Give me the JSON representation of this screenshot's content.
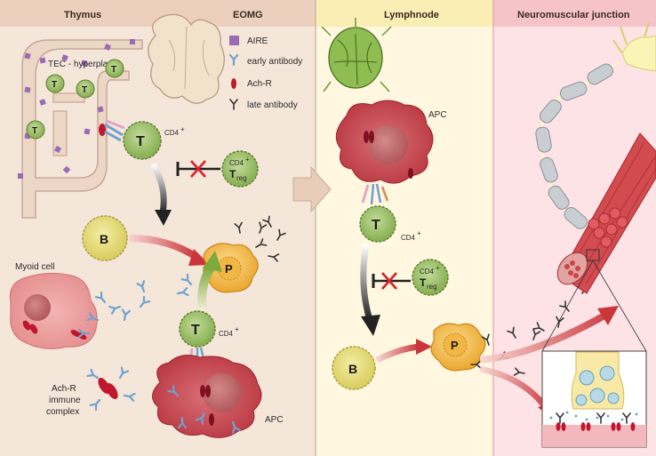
{
  "panels": {
    "thymus": "Thymus",
    "eomg": "EOMG",
    "lymphnode": "Lymphnode",
    "nmj": "Neuromuscular junction"
  },
  "legend": {
    "aire": "AIRE",
    "early_antibody": "early antibody",
    "achr": "Ach-R",
    "late_antibody": "late antibody"
  },
  "labels": {
    "tec": "TEC - hyperplastic",
    "myoid": "Myoid cell",
    "immune_complex_1": "Ach-R",
    "immune_complex_2": "immune",
    "immune_complex_3": "complex",
    "apc": "APC",
    "cd4": "CD4",
    "cd4_sup": "+",
    "treg_cd": "CD4",
    "treg_t": "T",
    "treg_sub": "reg"
  },
  "cells": {
    "t": "T",
    "b": "B",
    "p": "P"
  },
  "colors": {
    "thymus_bg": "#f5e6da",
    "thymus_hdr": "#ecd0bd",
    "lymph_bg": "#fff7df",
    "lymph_hdr": "#fbeeb4",
    "nmj_bg": "#fde3e6",
    "nmj_hdr": "#f6c4c8",
    "t_cell": "#9bc46a",
    "b_cell": "#e9e08a",
    "p_cell": "#f4c04c",
    "apc": "#c9454e",
    "achr": "#c0172e",
    "aire": "#9b6bb5",
    "early_ab": "#6fa2cf",
    "late_ab": "#333333"
  }
}
